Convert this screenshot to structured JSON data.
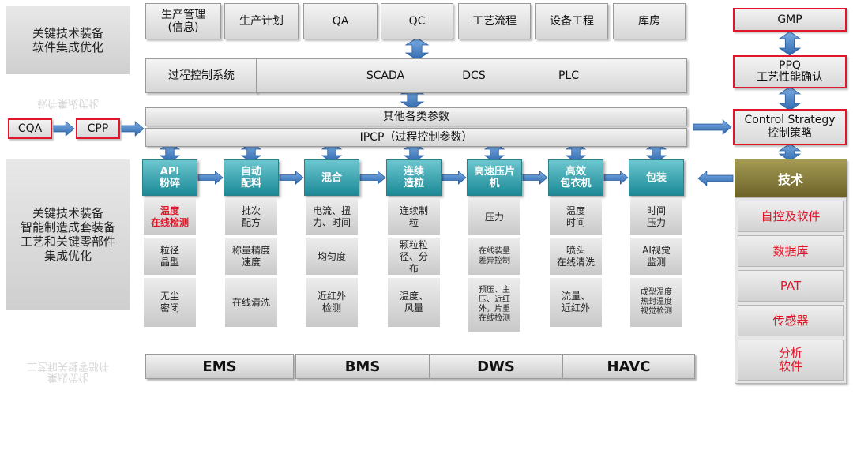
{
  "left_panel": {
    "top_label": "关键技术装备\n软件集成优化",
    "top_reflection": "软件集成优化",
    "bottom_label": "关键技术装备\n智能制造成套装备\n工艺和关键零部件\n集成优化",
    "bottom_reflection": "集成优化\n工艺和关键零部件"
  },
  "top_row": [
    "生产管理\n(信息)",
    "生产计划",
    "QA",
    "QC",
    "工艺流程",
    "设备工程",
    "库房"
  ],
  "control_row": {
    "label": "过程控制系统",
    "items": [
      "SCADA",
      "DCS",
      "PLC"
    ]
  },
  "params": {
    "other": "其他各类参数",
    "ipcp": "IPCP（过程控制参数）"
  },
  "inputs": {
    "cqa": "CQA",
    "cpp": "CPP"
  },
  "stages": [
    {
      "title": "API\n粉碎",
      "cells": [
        "温度\n在线检测",
        "粒径\n晶型",
        "无尘\n密闭"
      ]
    },
    {
      "title": "自动\n配料",
      "cells": [
        "批次\n配方",
        "称量精度\n速度",
        "在线清洗"
      ]
    },
    {
      "title": "混合",
      "cells": [
        "电流、扭\n力、时间",
        "均匀度",
        "近红外\n检测"
      ]
    },
    {
      "title": "连续\n造粒",
      "cells": [
        "连续制\n粒",
        "颗粒粒\n径、分\n布",
        "温度、\n风量"
      ]
    },
    {
      "title": "高速压片\n机",
      "cells": [
        "压力",
        "在线装量\n差异控制",
        "预压、主\n压、近红\n外，片重\n在线检测"
      ]
    },
    {
      "title": "高效\n包衣机",
      "cells": [
        "温度\n时间",
        "喷头\n在线清洗",
        "流量、\n近红外"
      ]
    },
    {
      "title": "包装",
      "cells": [
        "时间\n压力",
        "AI视觉\n监测",
        "成型温度\n热封温度\n视觉检测"
      ]
    }
  ],
  "bottom_systems": [
    "EMS",
    "BMS",
    "DWS",
    "HAVC"
  ],
  "right_panel": {
    "gmp": "GMP",
    "ppq": "PPQ\n工艺性能确认",
    "control_strategy": "Control Strategy\n控制策略",
    "tech_header": "技术",
    "tech_items": [
      "自控及软件",
      "数据库",
      "PAT",
      "传感器",
      "分析\n软件"
    ]
  },
  "colors": {
    "accent_blue": "#4a83c6",
    "teal": "#1b8a96",
    "red": "#e0172b",
    "olive": "#7d7235"
  }
}
